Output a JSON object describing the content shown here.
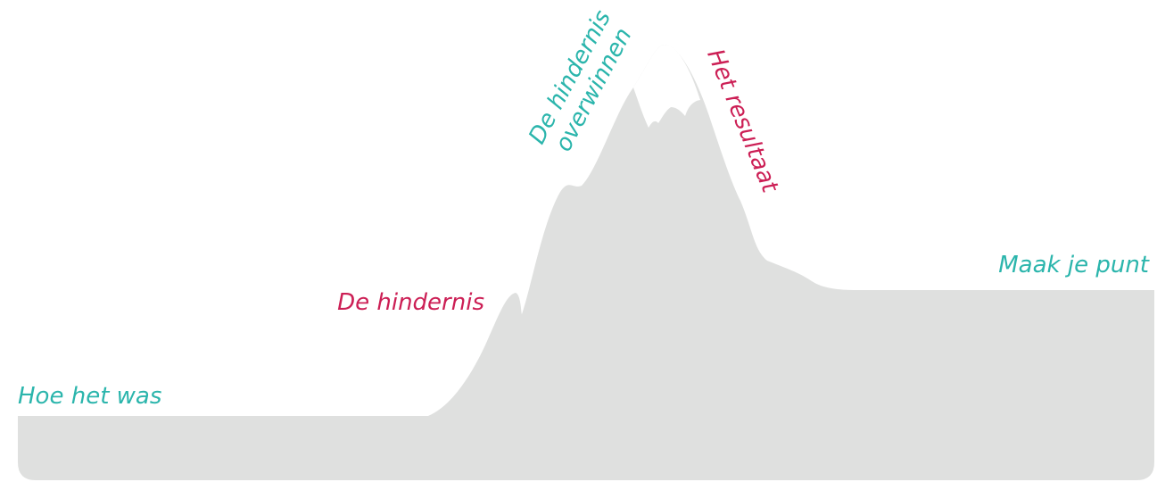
{
  "diagram": {
    "colors": {
      "mountain": "#dfe0df",
      "snow": "#ffffff",
      "teal": "#2bb5ac",
      "crimson": "#cc1f55"
    },
    "labels": {
      "start": "Hoe het was",
      "obstacle": "De hindernis",
      "overcome_line1": "De hindernis",
      "overcome_line2": "overwinnen",
      "result": "Het resultaat",
      "point": "Maak je punt"
    }
  }
}
